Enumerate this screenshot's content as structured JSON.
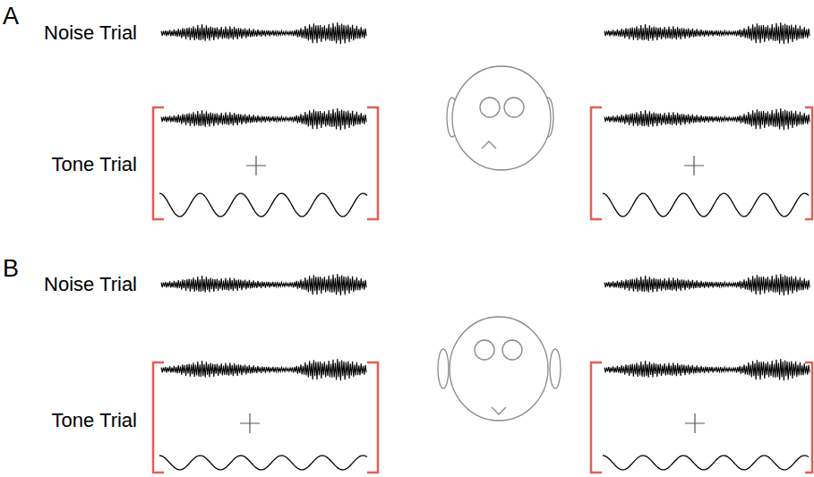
{
  "diagram": {
    "labels": [
      "A",
      "Noise Trial",
      "Tone Trial",
      "B",
      "Noise Trial",
      "Tone Trial"
    ]
  }
}
